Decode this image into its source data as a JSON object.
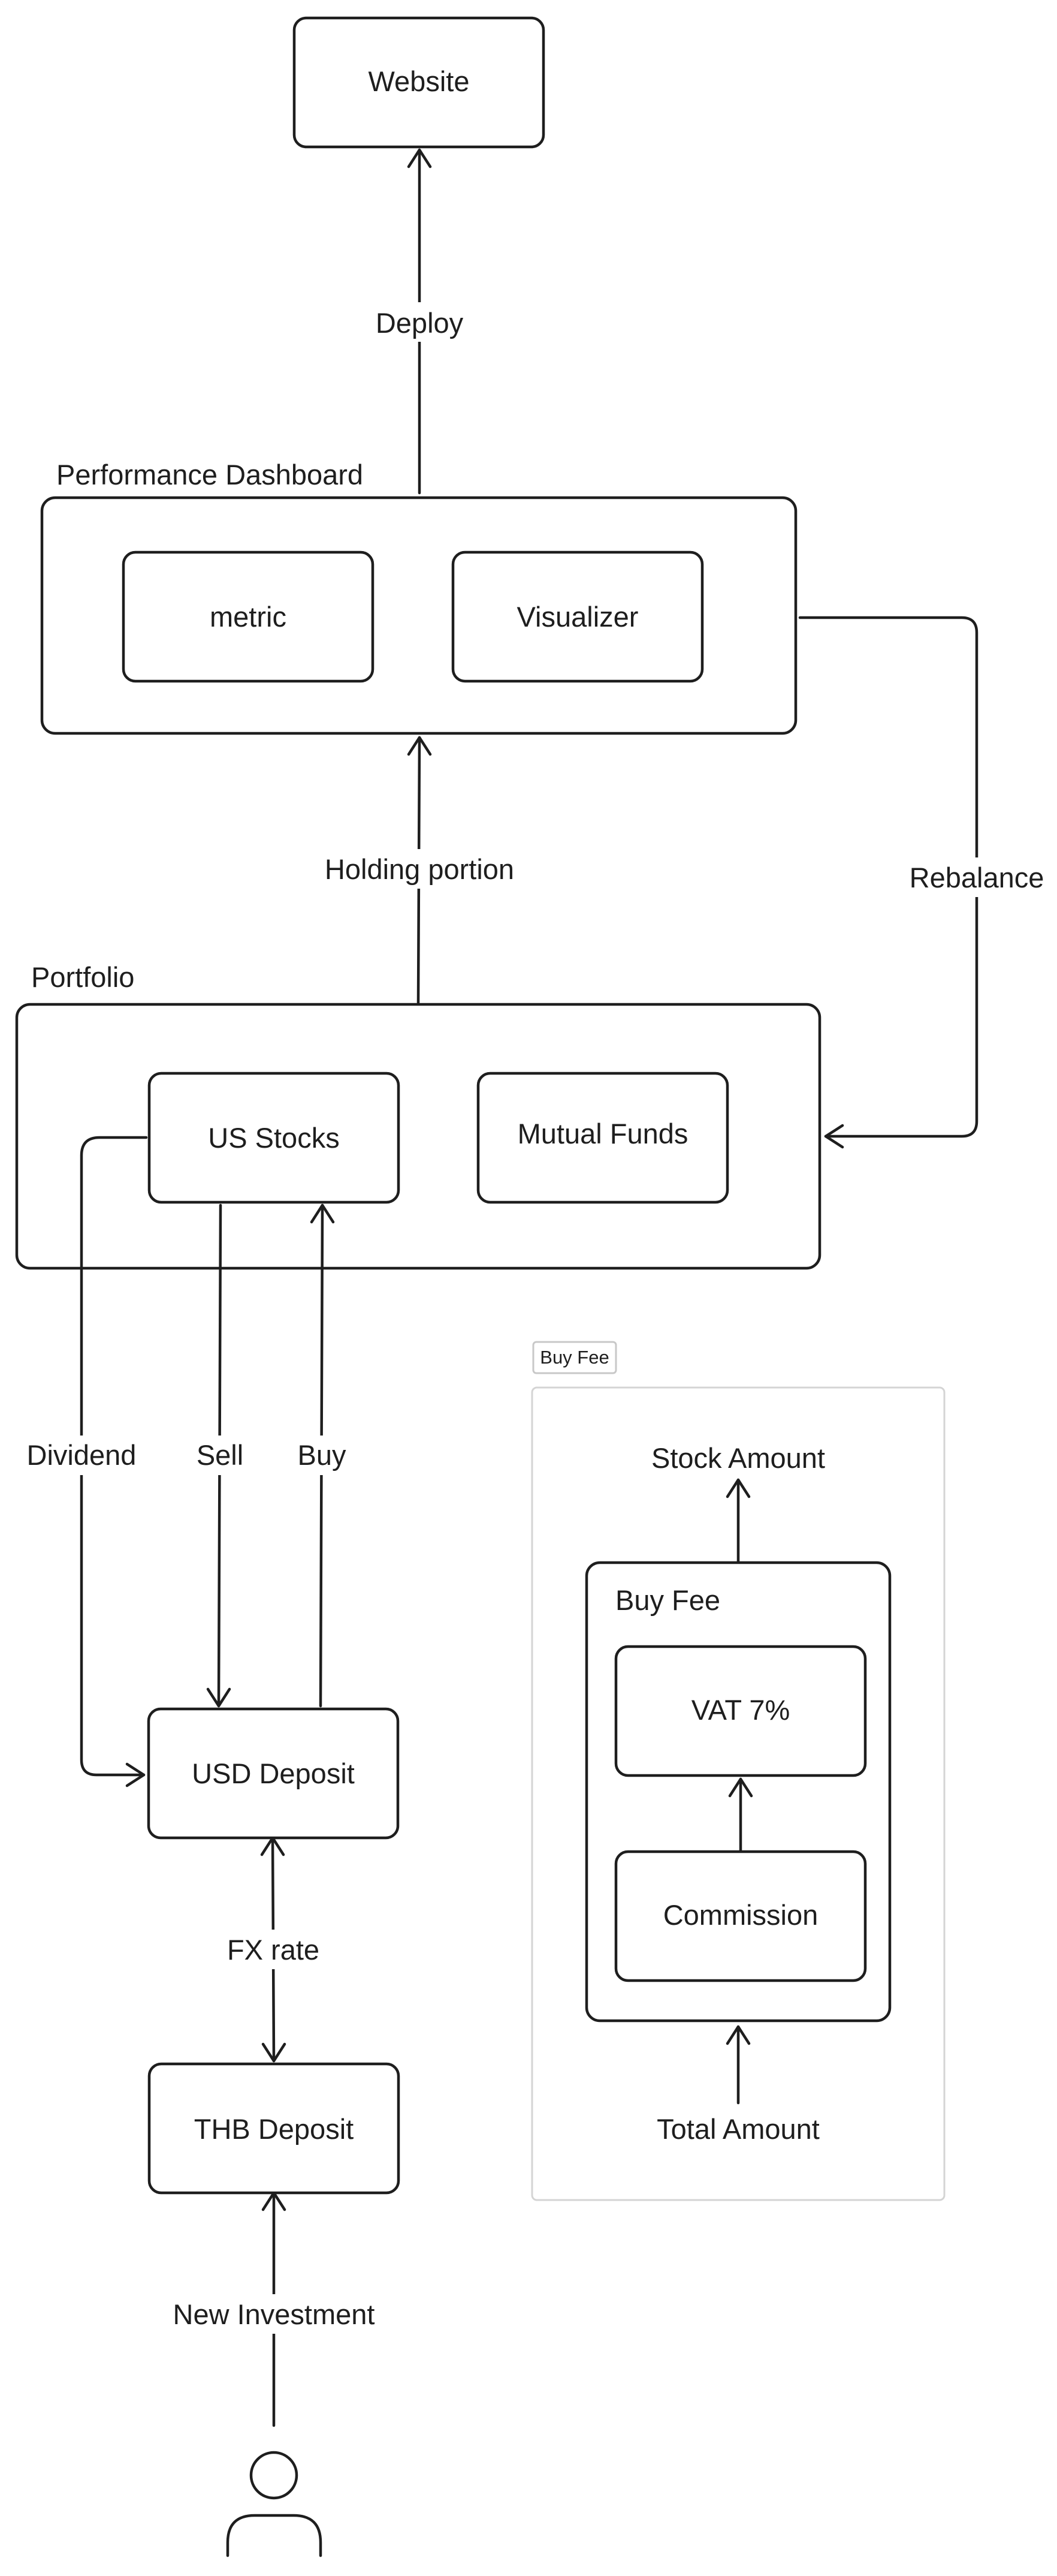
{
  "nodes": {
    "website": "Website",
    "metric": "metric",
    "visualizer": "Visualizer",
    "us_stocks": "US Stocks",
    "mutual_funds": "Mutual Funds",
    "usd_deposit": "USD Deposit",
    "thb_deposit": "THB Deposit",
    "vat": "VAT 7%",
    "commission": "Commission"
  },
  "groups": {
    "performance_dashboard": "Performance Dashboard",
    "portfolio": "Portfolio",
    "buy_fee": "Buy Fee"
  },
  "frame": {
    "title": "Buy Fee"
  },
  "edges": {
    "deploy": "Deploy",
    "holding_portion": "Holding portion",
    "rebalance": "Rebalance",
    "dividend": "Dividend",
    "sell": "Sell",
    "buy": "Buy",
    "fx_rate": "FX rate",
    "new_investment": "New Investment"
  },
  "fee_flow": {
    "stock_amount": "Stock Amount",
    "total_amount": "Total Amount"
  },
  "actor": {
    "icon": "person-icon"
  }
}
